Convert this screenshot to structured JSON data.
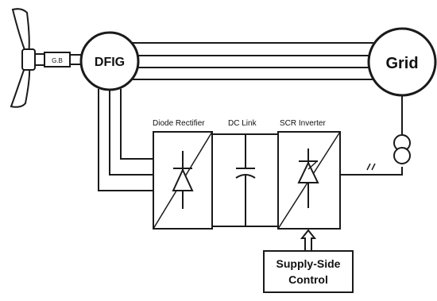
{
  "labels": {
    "gearbox": "G.B",
    "generator": "DFIG",
    "grid": "Grid",
    "rectifier": "Diode Rectifier",
    "dc_link": "DC Link",
    "inverter": "SCR Inverter",
    "control_line1": "Supply-Side",
    "control_line2": "Control"
  },
  "icons": [
    "wind-turbine-icon",
    "gearbox-icon",
    "diode-icon",
    "capacitor-icon",
    "scr-thyristor-icon",
    "transformer-icon",
    "arrow-up-icon"
  ],
  "colors": {
    "stroke": "#1a1a1a",
    "background": "#ffffff"
  }
}
